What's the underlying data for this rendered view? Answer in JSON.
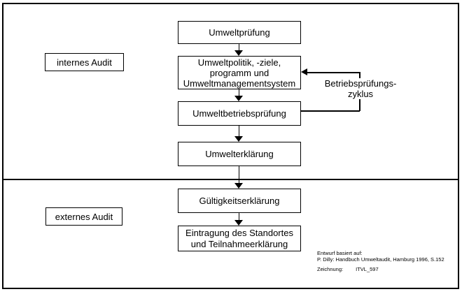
{
  "diagram": {
    "type": "flowchart",
    "colors": {
      "line": "#000000",
      "background": "#ffffff",
      "text": "#000000"
    },
    "sections": {
      "internal_label": "internes Audit",
      "external_label": "externes Audit"
    },
    "boxes": [
      {
        "id": "umweltpruefung",
        "lines": [
          "Umweltprüfung"
        ]
      },
      {
        "id": "umweltpolitik",
        "lines": [
          "Umweltpolitik, -ziele,",
          "programm und",
          "Umweltmanagementsystem"
        ]
      },
      {
        "id": "umweltbetriebspruefung",
        "lines": [
          "Umweltbetriebsprüfung"
        ]
      },
      {
        "id": "umwelterklaerung",
        "lines": [
          "Umwelterklärung"
        ]
      },
      {
        "id": "gueltigkeitserklaerung",
        "lines": [
          "Gültigkeitserklärung"
        ]
      },
      {
        "id": "eintragung",
        "lines": [
          "Eintragung des Standortes",
          "und Teilnahmeerklärung"
        ]
      }
    ],
    "edges": [
      {
        "from": "umweltpruefung",
        "to": "umweltpolitik"
      },
      {
        "from": "umweltpolitik",
        "to": "umweltbetriebspruefung"
      },
      {
        "from": "umweltbetriebspruefung",
        "to": "umwelterklaerung"
      },
      {
        "from": "umwelterklaerung",
        "to": "gueltigkeitserklaerung"
      },
      {
        "from": "gueltigkeitserklaerung",
        "to": "eintragung"
      },
      {
        "from": "umweltbetriebspruefung",
        "to": "umweltpolitik",
        "label": "Betriebsprüfungs-zyklus"
      }
    ],
    "cycle_label": {
      "line1": "Betriebsprüfungs-",
      "line2": "zyklus"
    },
    "source_note": {
      "line1": "Entwurf basiert auf:",
      "line2": "P. Dilly: Handbuch Umweltaudit, Hamburg 1996, S.152",
      "line3_label": "Zeichnung:",
      "line3_value": "ITVL_597"
    }
  }
}
